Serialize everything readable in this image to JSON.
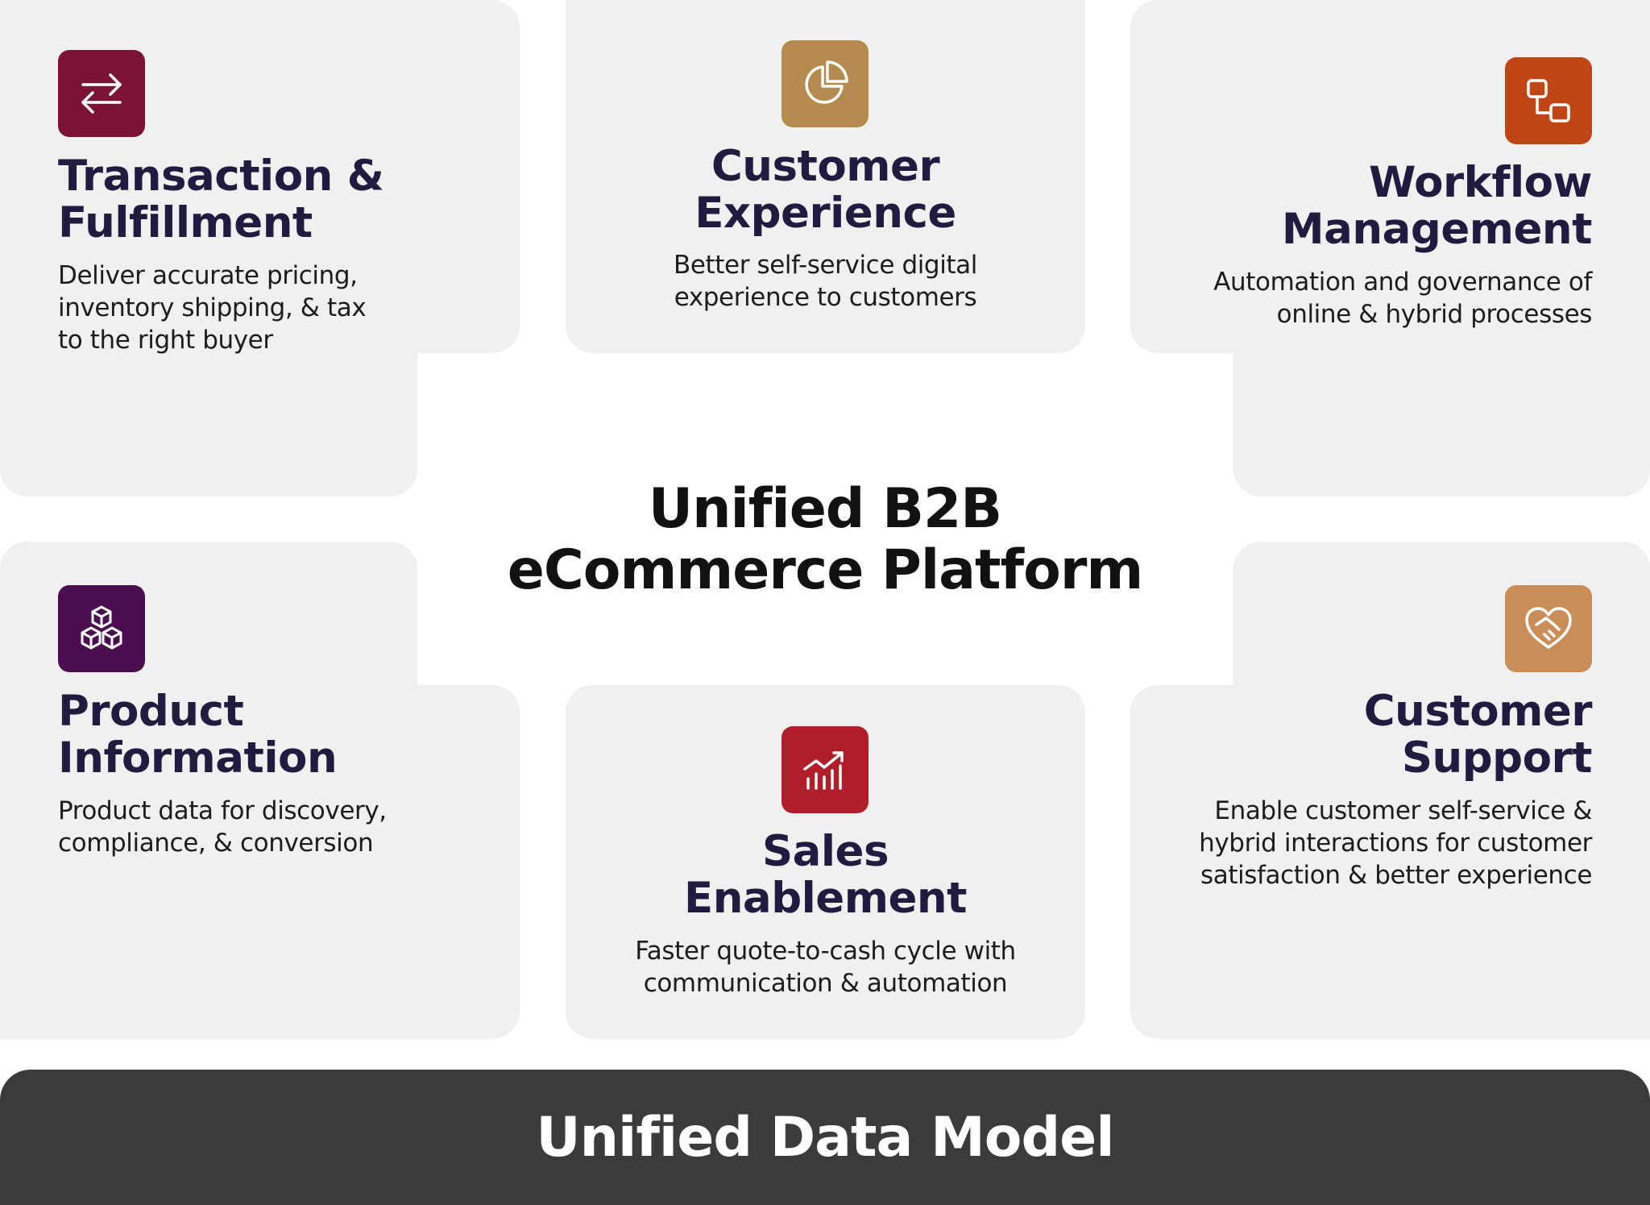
{
  "center": {
    "title": "Unified B2B\neCommerce Platform"
  },
  "cards": {
    "transaction": {
      "title": "Transaction &\nFulfillment",
      "description": "Deliver accurate pricing,\ninventory shipping, & tax\nto the right buyer",
      "icon": "exchange-arrows-icon",
      "icon_color": "#7b1238"
    },
    "customer_experience": {
      "title": "Customer\nExperience",
      "description": "Better self-service digital\nexperience to customers",
      "icon": "pie-chart-icon",
      "icon_color": "#b48a4e"
    },
    "workflow": {
      "title": "Workflow\nManagement",
      "description": "Automation and governance of\nonline & hybrid processes",
      "icon": "workflow-icon",
      "icon_color": "#c04618"
    },
    "product": {
      "title": "Product\nInformation",
      "description": "Product data for discovery,\ncompliance, & conversion",
      "icon": "cubes-icon",
      "icon_color": "#4a0e4e"
    },
    "sales": {
      "title": "Sales\nEnablement",
      "description": "Faster quote-to-cash cycle with\ncommunication & automation",
      "icon": "growth-chart-icon",
      "icon_color": "#b01e2a"
    },
    "support": {
      "title": "Customer\nSupport",
      "description": "Enable customer self-service &\nhybrid interactions for customer\nsatisfaction & better experience",
      "icon": "handshake-heart-icon",
      "icon_color": "#c98d5a"
    }
  },
  "footer": {
    "label": "Unified Data Model"
  },
  "colors": {
    "card_background": "#f0f0f0",
    "title_text": "#1f1c40",
    "footer_background": "#3b3b3b"
  }
}
